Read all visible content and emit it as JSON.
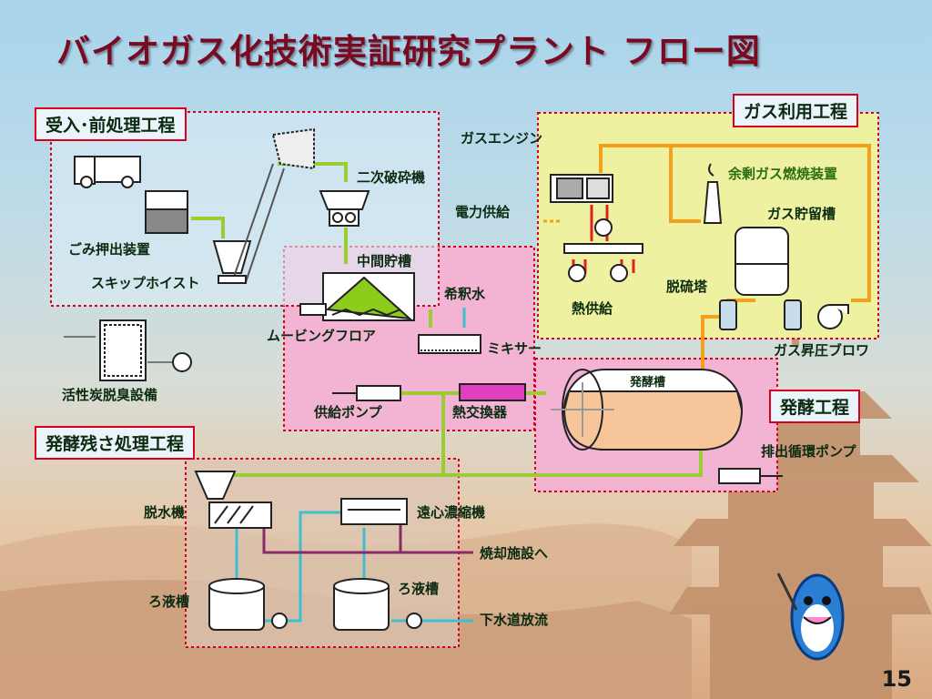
{
  "title": "バイオガス化技術実証研究プラント フロー図",
  "page_number": "15",
  "sections": {
    "pretreatment": "受入･前処理工程",
    "gas_use": "ガス利用工程",
    "fermentation": "発酵工程",
    "residue": "発酵残さ処理工程"
  },
  "labels": {
    "gas_engine": "ガスエンジン",
    "secondary_crusher": "二次破砕機",
    "power_supply": "電力供給",
    "surplus_gas_burner": "余剰ガス燃焼装置",
    "gas_holder": "ガス貯留槽",
    "waste_pusher": "ごみ押出装置",
    "skip_hoist": "スキップホイスト",
    "intermediate_tank": "中間貯槽",
    "dilution_water": "希釈水",
    "heat_supply": "熱供給",
    "desulfurizer": "脱硫塔",
    "moving_floor": "ムービングフロア",
    "mixer": "ミキサー",
    "gas_blower": "ガス昇圧ブロワ",
    "carbon_deodorizer": "活性炭脱臭設備",
    "feed_pump": "供給ポンプ",
    "heat_exchanger": "熱交換器",
    "fermenter": "発酵槽",
    "discharge_pump": "排出循環ポンプ",
    "dehydrator": "脱水機",
    "centrifuge_thickener": "遠心濃縮機",
    "to_incinerator": "焼却施設へ",
    "filtrate_tank_1": "ろ液槽",
    "filtrate_tank_2": "ろ液槽",
    "sewer_discharge": "下水道放流"
  },
  "colors": {
    "title": "#7a0a22",
    "section_border": "#d8001c",
    "slurry_line": "#9acd32",
    "gas_line": "#f5a01a",
    "heat_line": "#e02020",
    "filtrate_line": "#3cc0d0",
    "cake_line": "#8b2a6a",
    "pink_zone": "#f2b4d2",
    "yellow_zone": "#eef2a0"
  }
}
